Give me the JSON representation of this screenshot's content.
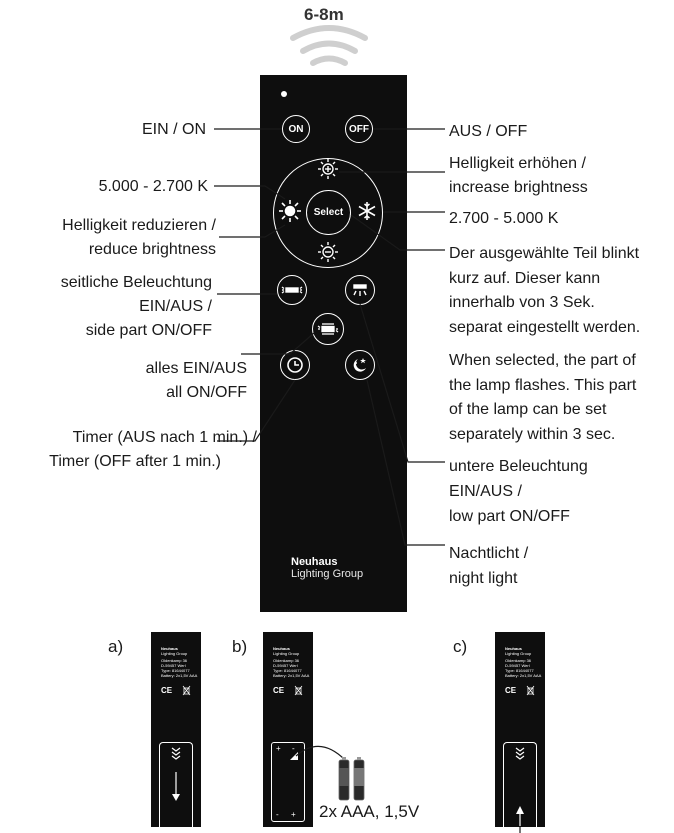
{
  "range_label": "6-8m",
  "remote": {
    "on_button": "ON",
    "off_button": "OFF",
    "select_button": "Select",
    "brand_line1": "Neuhaus",
    "brand_line2": "Lighting Group"
  },
  "callouts": {
    "ein_on": "EIN / ON",
    "aus_off": "AUS / OFF",
    "cct_warm": "5.000 - 2.700 K",
    "cct_cold": "2.700 - 5.000 K",
    "brighter_1": "Helligkeit erhöhen /",
    "brighter_2": "increase brightness",
    "dimmer_1": "Helligkeit reduzieren /",
    "dimmer_2": "reduce brightness",
    "select_de_1": "Der ausgewählte Teil blinkt",
    "select_de_2": "kurz auf. Dieser kann",
    "select_de_3": "innerhalb von 3 Sek.",
    "select_de_4": "separat eingestellt werden.",
    "select_en_1": "When selected, the part of",
    "select_en_2": "the lamp flashes. This part",
    "select_en_3": "of the lamp can be set",
    "select_en_4": "separately within 3 sec.",
    "side_1": "seitliche Beleuchtung",
    "side_2": "EIN/AUS /",
    "side_3": "side part ON/OFF",
    "all_1": "alles EIN/AUS",
    "all_2": "all ON/OFF",
    "timer_1": "Timer (AUS nach 1 min.) /",
    "timer_2": "Timer (OFF after 1 min.)",
    "low_1": "untere Beleuchtung",
    "low_2": "EIN/AUS /",
    "low_3": "low part ON/OFF",
    "night_1": "Nachtlicht /",
    "night_2": "night light"
  },
  "steps": {
    "a": "a)",
    "b": "b)",
    "c": "c)",
    "battery_label": "2x AAA, 1,5V",
    "back_lines": [
      "Neuhaus",
      "Lighting Group",
      "Oldenkamp 36",
      "D-59457 Werl",
      "Type: 81644077",
      "Battery: 2x1,5V AAA"
    ],
    "marks": "CE"
  },
  "icons": [
    "wifi-signal-icon",
    "sun-plus-icon",
    "sun-minus-icon",
    "sun-icon",
    "snowflake-icon",
    "side-light-icon",
    "low-light-icon",
    "all-light-icon",
    "clock-icon",
    "moon-stars-icon",
    "battery-icon",
    "arrow-icon",
    "weee-bin-icon"
  ]
}
